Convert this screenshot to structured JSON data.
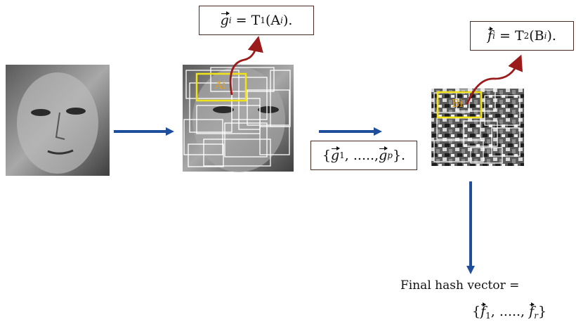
{
  "formula_g": {
    "vec": "g",
    "sub": "i",
    "rhs": "= T",
    "rhs_sub": "1",
    "arg": "(A",
    "arg_sub": "i",
    "end": ")."
  },
  "set_g": {
    "open": "{",
    "first": "g",
    "first_sub": "1",
    "mid": ", ....., ",
    "last": "g",
    "last_sub": "p",
    "close": "}."
  },
  "formula_f": {
    "vec": "f",
    "sub": "i",
    "rhs": "= T",
    "rhs_sub": "2",
    "arg": "(B",
    "arg_sub": "i",
    "end": ")."
  },
  "region_a": "Ai",
  "region_b": "Bi",
  "final_label": "Final hash vector =",
  "set_f": {
    "open": "{",
    "first": "f",
    "first_sub": "1",
    "mid": ", ....., ",
    "last": "f",
    "last_sub": "r",
    "close": "}"
  },
  "colors": {
    "arrow_blue": "#1f4f9c",
    "curve_red": "#9b1a1a",
    "highlight_yellow": "#f2e21a",
    "box_white": "#ffffff"
  }
}
